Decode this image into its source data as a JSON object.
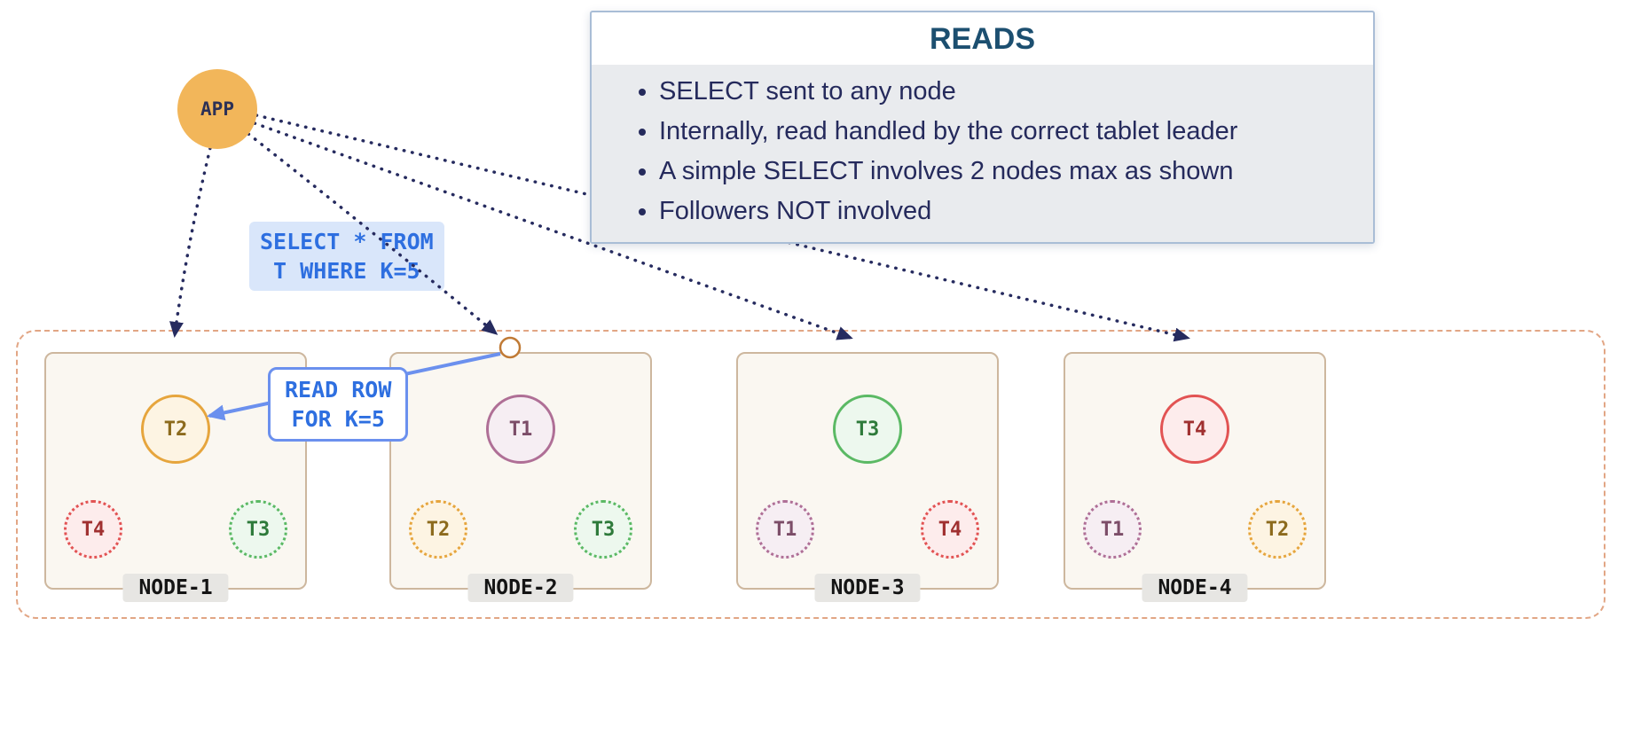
{
  "app": {
    "label": "APP"
  },
  "reads_panel": {
    "title": "READS",
    "bullets": [
      "SELECT sent to any node",
      "Internally, read handled by the correct tablet leader",
      "A simple SELECT involves 2 nodes max as shown",
      "Followers NOT involved"
    ]
  },
  "select_label": {
    "line1": "SELECT * FROM",
    "line2": "T WHERE K=5"
  },
  "read_row_label": {
    "line1": "READ ROW",
    "line2": "FOR K=5"
  },
  "nodes": [
    {
      "name": "NODE-1",
      "leader": {
        "label": "T2",
        "color": "t2"
      },
      "followers": [
        {
          "label": "T4",
          "color": "t4"
        },
        {
          "label": "T3",
          "color": "t3"
        }
      ]
    },
    {
      "name": "NODE-2",
      "leader": {
        "label": "T1",
        "color": "t1"
      },
      "followers": [
        {
          "label": "T2",
          "color": "t2"
        },
        {
          "label": "T3",
          "color": "t3"
        }
      ]
    },
    {
      "name": "NODE-3",
      "leader": {
        "label": "T3",
        "color": "t3"
      },
      "followers": [
        {
          "label": "T1",
          "color": "t1"
        },
        {
          "label": "T4",
          "color": "t4"
        }
      ]
    },
    {
      "name": "NODE-4",
      "leader": {
        "label": "T4",
        "color": "t4"
      },
      "followers": [
        {
          "label": "T1",
          "color": "t1"
        },
        {
          "label": "T2",
          "color": "t2"
        }
      ]
    }
  ],
  "colors": {
    "app_fill": "#f2b65a",
    "dotted_arrow": "#262b5f",
    "blue_arrow": "#6b90ee",
    "reads_title_text": "#1c4f70",
    "reads_body_bg": "#e9ebee",
    "bullet_text": "#252a5c",
    "select_label_text": "#2e6fe0",
    "select_label_bg": "#d9e6fa",
    "node_box_bg": "#faf7f1",
    "node_box_border": "#cdb79e",
    "cluster_border": "#e2a685",
    "t1_border": "#af6f96",
    "t2_border": "#e6a53d",
    "t3_border": "#5bb964",
    "t4_border": "#e25353"
  }
}
